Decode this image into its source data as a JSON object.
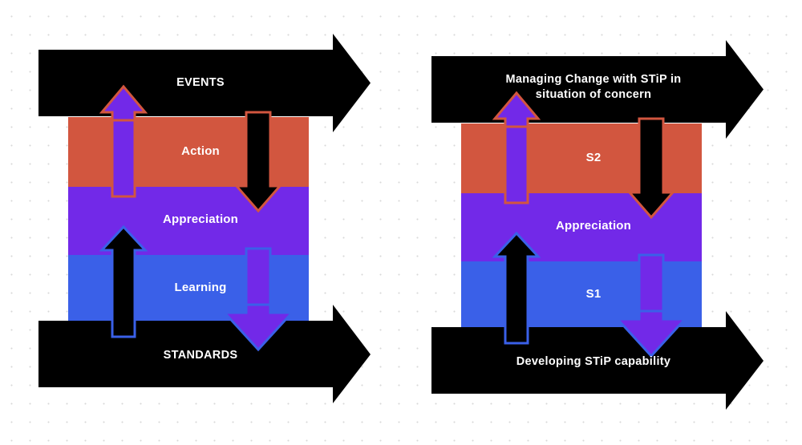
{
  "diagram": {
    "title_semantic": "STiP appreciative system - two panel comparison",
    "colors": {
      "action_red": "#d2563f",
      "appreciation_purple": "#7229e8",
      "learning_blue": "#3a60e8",
      "bar_black": "#000000",
      "label_white": "#ffffff",
      "background": "#ffffff",
      "grid_dot": "#d8d8d8"
    },
    "panels": [
      {
        "id": "left",
        "name": "generic-appreciative-system",
        "top_bar_label": "EVENTS",
        "bottom_bar_label": "STANDARDS",
        "bands": [
          {
            "key": "top",
            "label": "Action",
            "color": "#d2563f"
          },
          {
            "key": "middle",
            "label": "Appreciation",
            "color": "#7229e8"
          },
          {
            "key": "bottom",
            "label": "Learning",
            "color": "#3a60e8"
          }
        ],
        "arrows": [
          {
            "key": "up-left-upper",
            "direction": "up",
            "fill": "#7229e8",
            "stroke": "#d2563f"
          },
          {
            "key": "down-right-upper",
            "direction": "down",
            "fill": "#000000",
            "stroke": "#d2563f"
          },
          {
            "key": "up-left-lower",
            "direction": "up",
            "fill": "#000000",
            "stroke": "#3a60e8"
          },
          {
            "key": "down-right-lower",
            "direction": "down",
            "fill": "#7229e8",
            "stroke": "#3a60e8"
          }
        ]
      },
      {
        "id": "right",
        "name": "stip-appreciative-system",
        "top_bar_label": "Managing Change with STiP in situation of concern",
        "top_bar_label_line1": "Managing Change with STiP in",
        "top_bar_label_line2": "situation of concern",
        "bottom_bar_label": "Developing STiP capability",
        "bands": [
          {
            "key": "top",
            "label": "S2",
            "color": "#d2563f"
          },
          {
            "key": "middle",
            "label": "Appreciation",
            "color": "#7229e8"
          },
          {
            "key": "bottom",
            "label": "S1",
            "color": "#3a60e8"
          }
        ],
        "arrows": [
          {
            "key": "up-left-upper",
            "direction": "up",
            "fill": "#7229e8",
            "stroke": "#d2563f"
          },
          {
            "key": "down-right-upper",
            "direction": "down",
            "fill": "#000000",
            "stroke": "#d2563f"
          },
          {
            "key": "up-left-lower",
            "direction": "up",
            "fill": "#000000",
            "stroke": "#3a60e8"
          },
          {
            "key": "down-right-lower",
            "direction": "down",
            "fill": "#7229e8",
            "stroke": "#3a60e8"
          }
        ]
      }
    ]
  }
}
